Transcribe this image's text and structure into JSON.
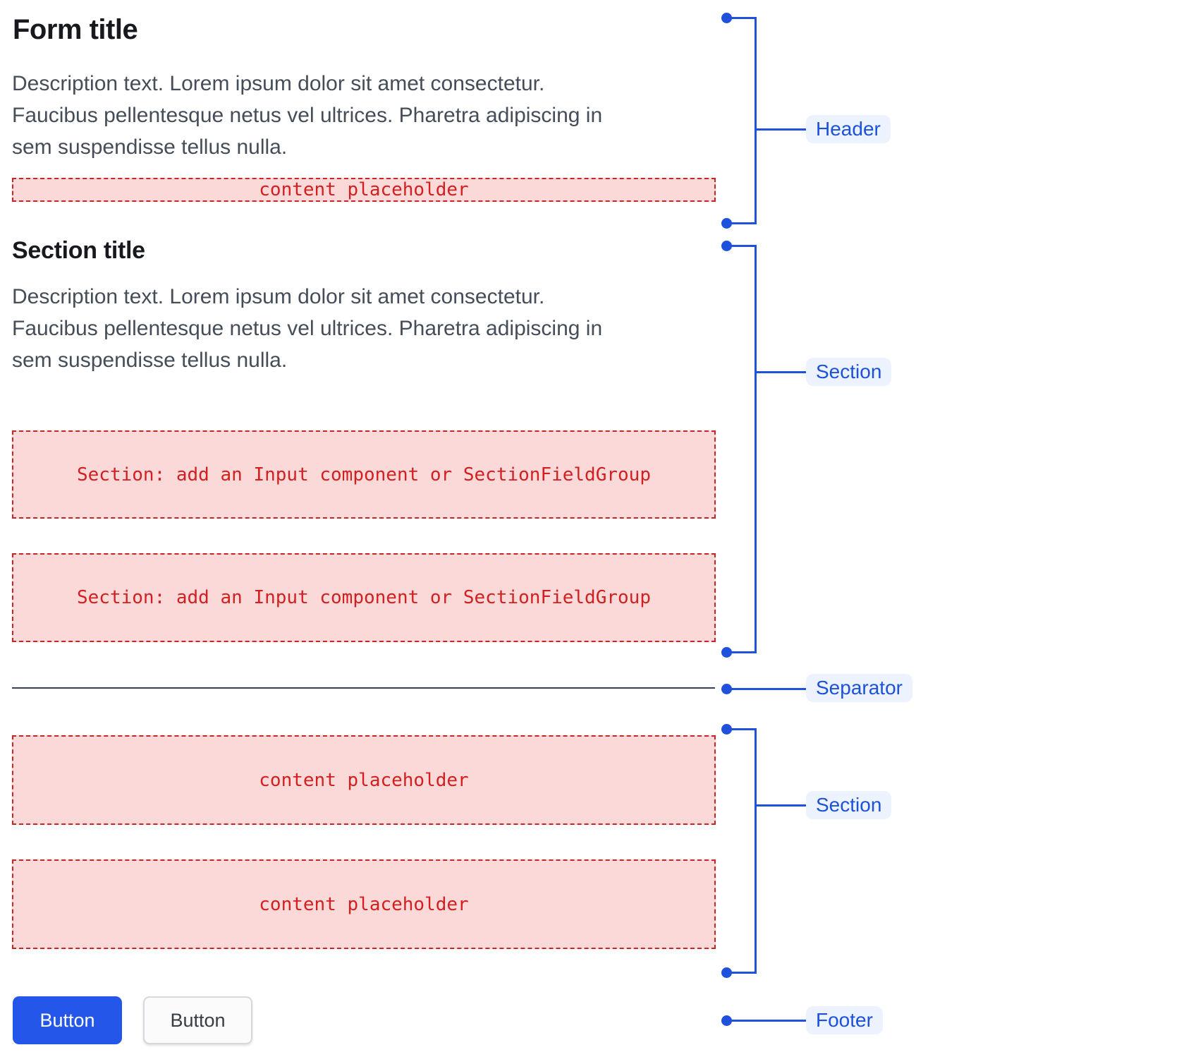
{
  "form": {
    "title": "Form title",
    "header_description_lines": [
      "Description text. Lorem ipsum dolor sit amet consectetur.",
      "Faucibus pellentesque netus vel ultrices. Pharetra adipiscing in",
      "sem suspendisse tellus nulla."
    ],
    "header_placeholder": "content placeholder",
    "section_title": "Section title",
    "section_description_lines": [
      "Description text. Lorem ipsum dolor sit amet consectetur.",
      "Faucibus pellentesque netus vel ultrices. Pharetra adipiscing in",
      "sem suspendisse tellus nulla."
    ],
    "section_placeholder": "Section: add an Input component or SectionFieldGroup",
    "content_placeholder": "content placeholder"
  },
  "annotations": {
    "header": "Header",
    "section_top": "Section",
    "separator": "Separator",
    "section_bottom": "Section",
    "footer": "Footer"
  },
  "footer": {
    "primary_button": "Button",
    "secondary_button": "Button"
  },
  "colors": {
    "accent_blue": "#1f51dd",
    "annotation_label_bg": "#edf3fe",
    "annotation_label_text": "#1c51d9",
    "placeholder_bg": "#fcd9d9",
    "placeholder_border": "#cb2424",
    "placeholder_text": "#d22020",
    "primary_button_bg": "#2457e9",
    "secondary_button_bg": "#fbfbfc",
    "separator_line": "#3b414c",
    "title_text": "#17191f",
    "description_text": "#454d59"
  }
}
